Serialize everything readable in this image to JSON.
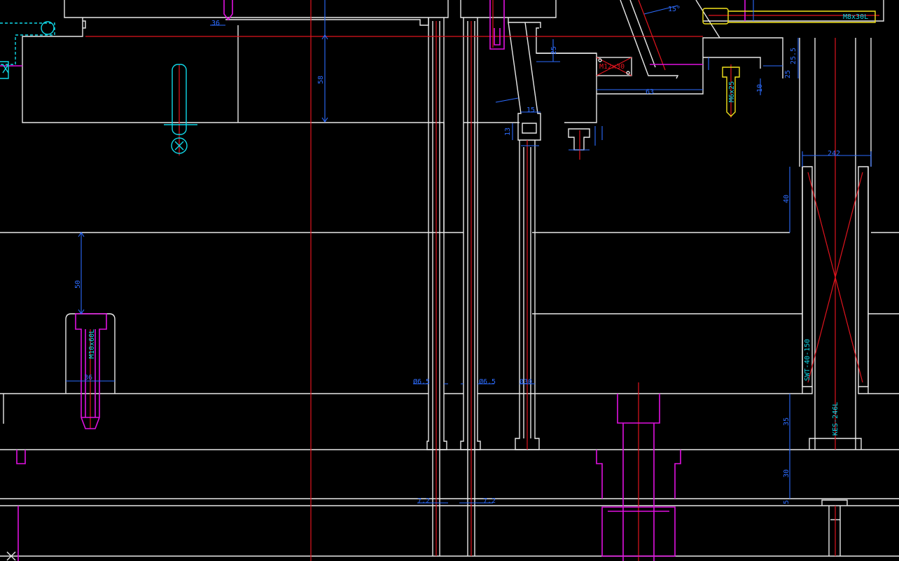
{
  "drawing": {
    "dimensions": {
      "d_58": "58",
      "d_36": "36",
      "d_15deg": "15°",
      "d_13": "13",
      "d_15": "15",
      "d_63": "63",
      "d_25a": "25",
      "d_25_5": "25.5",
      "d_25b": "25",
      "d_10": "10",
      "d_242": "242",
      "d_40": "40",
      "d_50": "50",
      "d_35": "35",
      "d_30": "30",
      "d_5": "5",
      "d_phi65a": "Ø6.5",
      "d_phi65b": "Ø6.5",
      "d_phi30": "Ø30",
      "d_72a": "7.2",
      "d_72b": "7.2",
      "d_36b": "36"
    },
    "callouts": {
      "bolt_top_right": "M8x30L",
      "bolt_left": "M10x60L",
      "block_label": "M12x30",
      "spring": "SWT-40-150",
      "rod": "KES-246L",
      "small_bolt": "M6x25"
    },
    "colors": {
      "outline": "#e8e8e8",
      "centerline": "#e0141e",
      "dimension": "#2d6cff",
      "screw": "#e011e0",
      "cyan": "#10d8e8",
      "yellow": "#f2e31c"
    }
  }
}
